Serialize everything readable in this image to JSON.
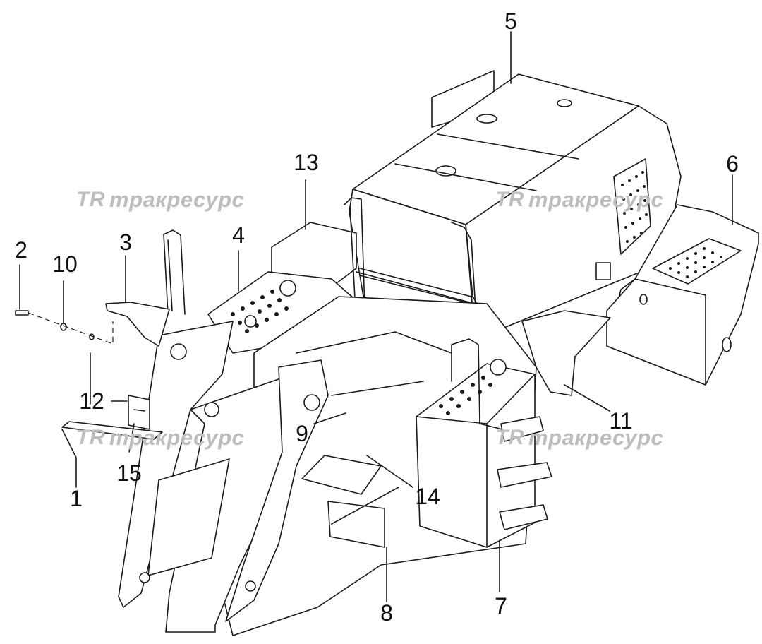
{
  "watermark": {
    "logo": "TR",
    "text": "тракресурс",
    "color": "#bdbdbd"
  },
  "callouts": [
    {
      "id": "1",
      "label": "1"
    },
    {
      "id": "2",
      "label": "2"
    },
    {
      "id": "3",
      "label": "3"
    },
    {
      "id": "4",
      "label": "4"
    },
    {
      "id": "5",
      "label": "5"
    },
    {
      "id": "6",
      "label": "6"
    },
    {
      "id": "7",
      "label": "7"
    },
    {
      "id": "8",
      "label": "8"
    },
    {
      "id": "9",
      "label": "9"
    },
    {
      "id": "10",
      "label": "10"
    },
    {
      "id": "11",
      "label": "11"
    },
    {
      "id": "12",
      "label": "12"
    },
    {
      "id": "13",
      "label": "13"
    },
    {
      "id": "14",
      "label": "14"
    },
    {
      "id": "15",
      "label": "15"
    }
  ]
}
